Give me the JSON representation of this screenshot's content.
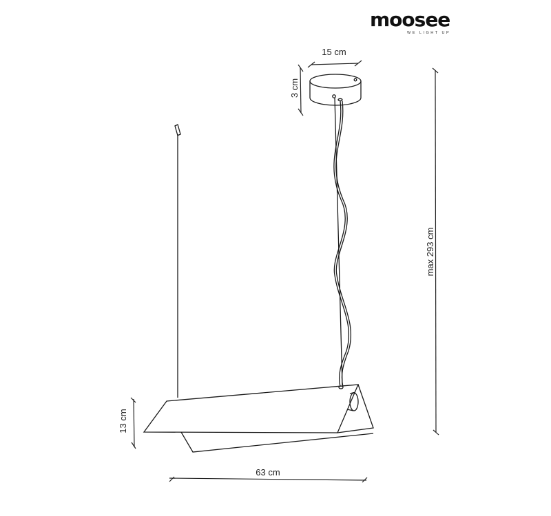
{
  "logo": {
    "brand": "moosee",
    "tagline": "WE LIGHT UP"
  },
  "dimensions": {
    "canopy_diameter": "15 cm",
    "canopy_height": "3 cm",
    "max_height": "max 293 cm",
    "shade_height": "13 cm",
    "shade_width": "63 cm"
  },
  "colors": {
    "line": "#1a1a1a",
    "background": "#ffffff"
  }
}
